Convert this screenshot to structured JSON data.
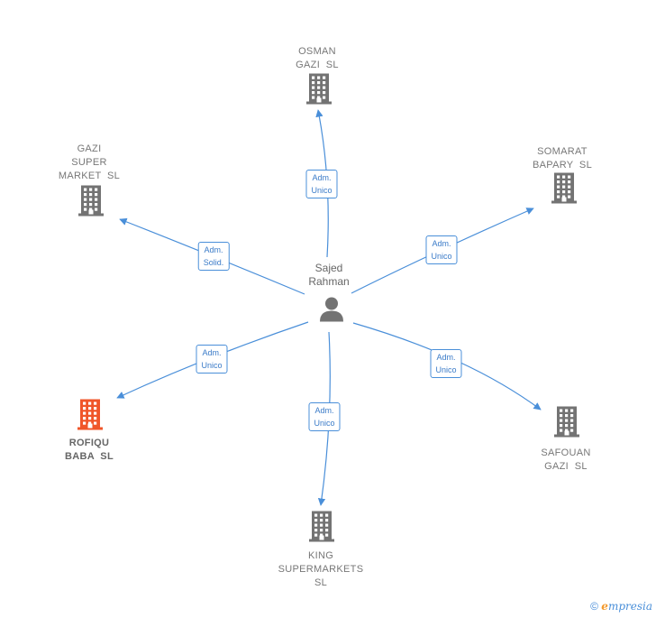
{
  "center": {
    "name": "Sajed\nRahman",
    "icon": "person-icon"
  },
  "companies": [
    {
      "id": "osman",
      "name": "OSMAN\nGAZI  SL",
      "icon": "building-icon",
      "highlight": false,
      "role": "Adm.\nUnico"
    },
    {
      "id": "somarat",
      "name": "SOMARAT\nBAPARY  SL",
      "icon": "building-icon",
      "highlight": false,
      "role": "Adm.\nUnico"
    },
    {
      "id": "safouan",
      "name": "SAFOUAN\nGAZI  SL",
      "icon": "building-icon",
      "highlight": false,
      "role": "Adm.\nUnico"
    },
    {
      "id": "king",
      "name": "KING\nSUPERMARKETS\nSL",
      "icon": "building-icon",
      "highlight": false,
      "role": "Adm.\nUnico"
    },
    {
      "id": "rofiqu",
      "name": "ROFIQU\nBABA  SL",
      "icon": "building-icon",
      "highlight": true,
      "role": "Adm.\nUnico"
    },
    {
      "id": "gazi",
      "name": "GAZI\nSUPER\nMARKET  SL",
      "icon": "building-icon",
      "highlight": false,
      "role": "Adm.\nSolid."
    }
  ],
  "colors": {
    "edge": "#4a8fd9",
    "icon": "#737373",
    "highlight": "#f0562a"
  },
  "footer": {
    "copyright": "©",
    "brand_e": "e",
    "brand_rest": "mpresia"
  }
}
